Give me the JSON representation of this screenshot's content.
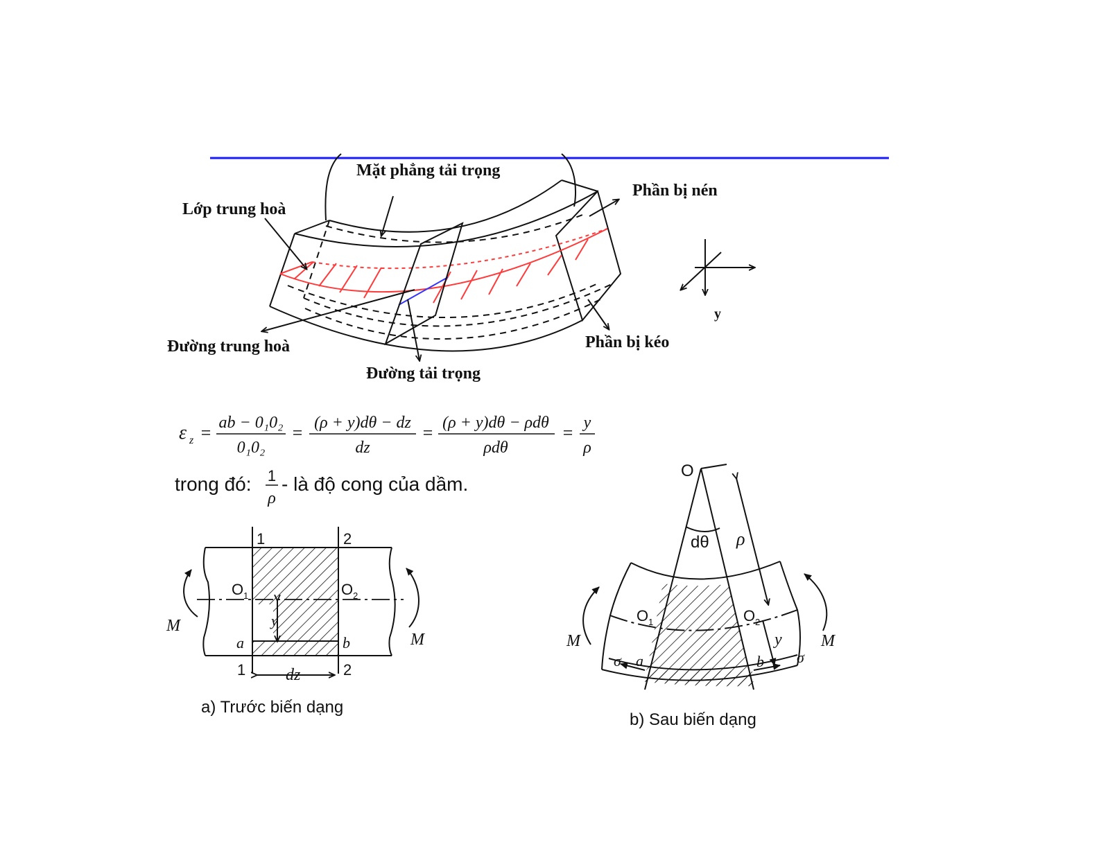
{
  "colors": {
    "rule": "#1a1aff",
    "neutral_layer": "#ff3a3a",
    "neutral_line": "#3333ff",
    "ink": "#111111"
  },
  "top_diagram": {
    "labels": {
      "load_plane": "Mặt phẳng tải trọng",
      "compressed": "Phần bị nén",
      "neutral_layer": "Lớp trung hoà",
      "neutral_line": "Đường trung hoà",
      "tensioned": "Phần bị kéo",
      "load_line": "Đường tải trọng"
    },
    "axis_label": "y"
  },
  "formula": {
    "lhs": "ε",
    "lhs_sub": "z",
    "f1_num": "ab − 0₁0₂",
    "f1_den": "0₁0₂",
    "f2_num": "(ρ + y)dθ − dz",
    "f2_den": "dz",
    "f3_num": "(ρ + y)dθ − ρdθ",
    "f3_den": "ρdθ",
    "f4_num": "y",
    "f4_den": "ρ"
  },
  "note": {
    "prefix": "trong đó:",
    "frac_num": "1",
    "frac_den": "ρ",
    "suffix": "- là độ cong của dầm."
  },
  "fig_a": {
    "caption": "a) Trước biến dạng",
    "sec1_top": "1",
    "sec2_top": "2",
    "sec1_bot": "1",
    "sec2_bot": "2",
    "o1": "O",
    "o1_sub": "1",
    "o2": "O",
    "o2_sub": "2",
    "a": "a",
    "b": "b",
    "y": "y",
    "dz": "dz",
    "m_left": "M",
    "m_right": "M"
  },
  "fig_b": {
    "caption": "b) Sau biến dạng",
    "o": "O",
    "dtheta": "dθ",
    "rho": "ρ",
    "o1": "O",
    "o1_sub": "1",
    "o2": "O",
    "o2_sub": "2",
    "a": "a",
    "b": "b",
    "y": "y",
    "sigma_left": "σ",
    "sigma_right": "σ",
    "m_left": "M",
    "m_right": "M"
  }
}
